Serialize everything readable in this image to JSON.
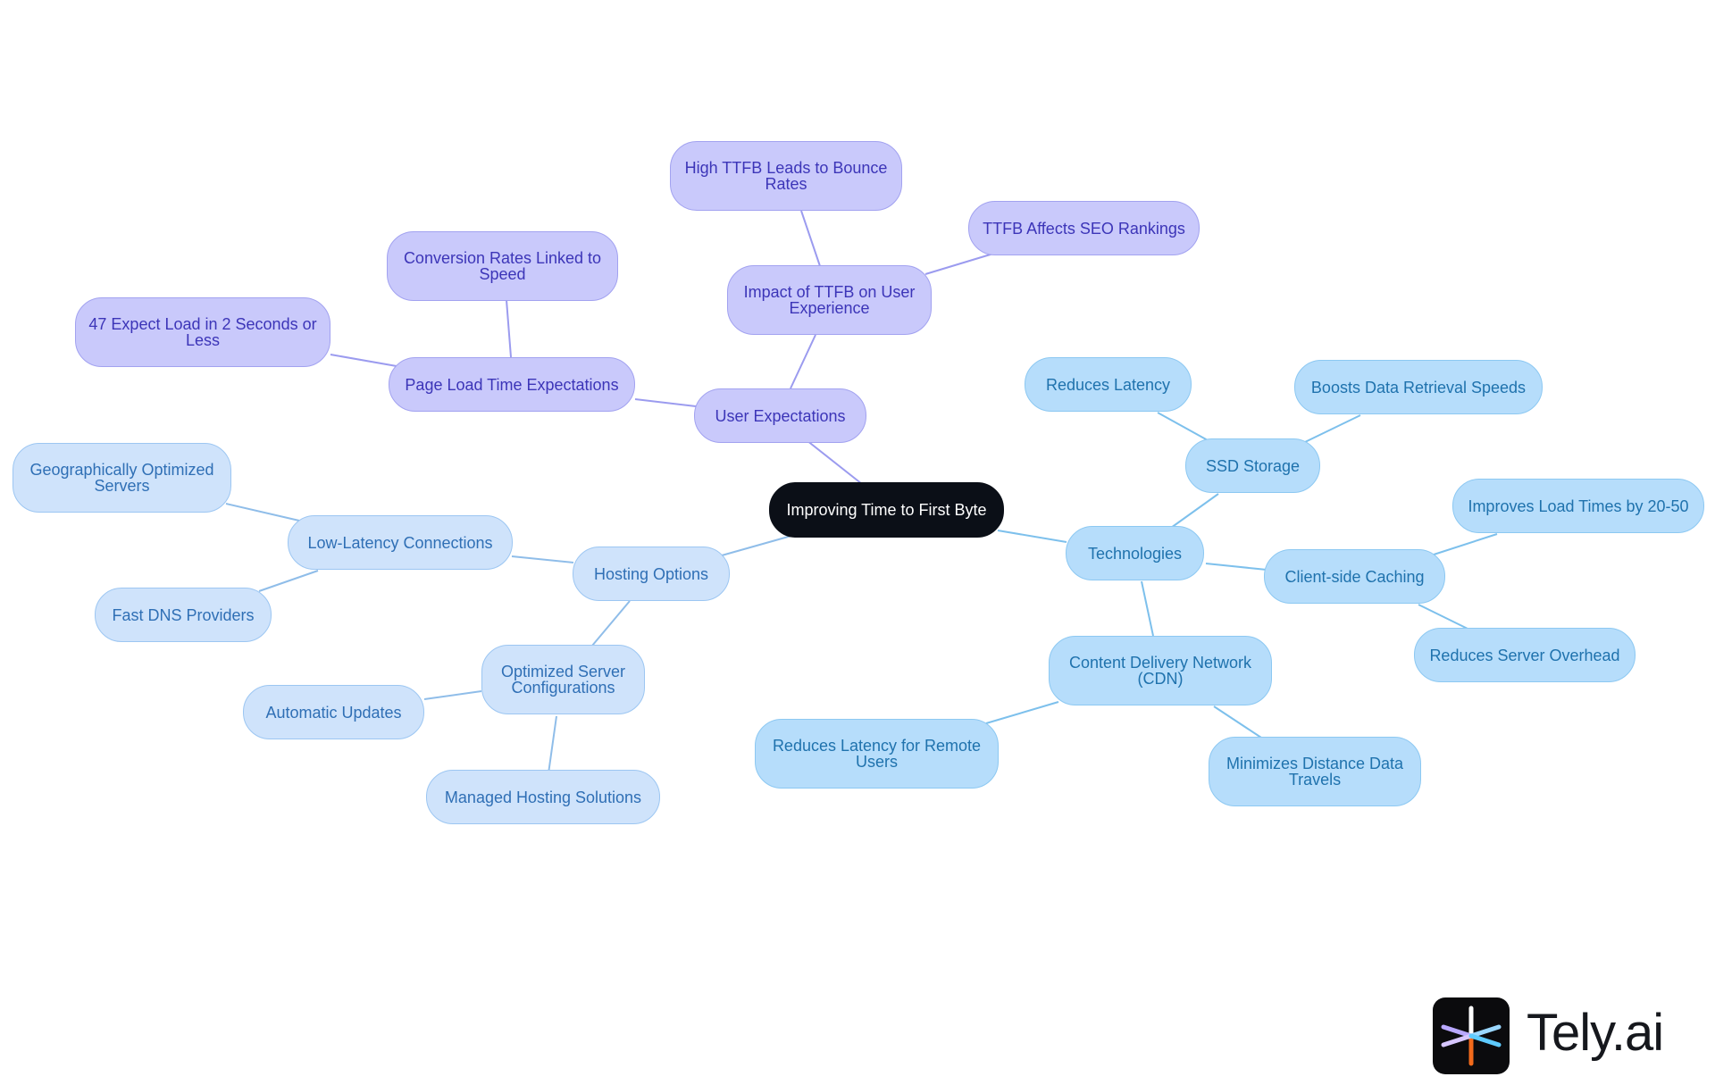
{
  "root": {
    "label": "Improving Time to First Byte"
  },
  "branches": {
    "user_expectations": {
      "label": "User Expectations",
      "impact": {
        "label": "Impact of TTFB on User Experience",
        "bounce": "High TTFB Leads to Bounce Rates",
        "seo": "TTFB Affects SEO Rankings"
      },
      "page_load": {
        "label": "Page Load Time Expectations",
        "conversion": "Conversion Rates Linked to Speed",
        "expect": "47 Expect Load in 2 Seconds or Less"
      }
    },
    "hosting": {
      "label": "Hosting Options",
      "low_latency": {
        "label": "Low-Latency Connections",
        "geo": "Geographically Optimized Servers",
        "dns": "Fast DNS Providers"
      },
      "optimized": {
        "label": "Optimized Server Configurations",
        "updates": "Automatic Updates",
        "managed": "Managed Hosting Solutions"
      }
    },
    "technologies": {
      "label": "Technologies",
      "ssd": {
        "label": "SSD Storage",
        "latency": "Reduces Latency",
        "retrieval": "Boosts Data Retrieval Speeds"
      },
      "caching": {
        "label": "Client-side Caching",
        "load": "Improves Load Times by 20-50",
        "overhead": "Reduces Server Overhead"
      },
      "cdn": {
        "label": "Content Delivery Network (CDN)",
        "remote": "Reduces Latency for Remote Users",
        "distance": "Minimizes Distance Data Travels"
      }
    }
  },
  "logo": {
    "text": "Tely.ai"
  },
  "colors": {
    "root": "#0b0f17",
    "user_expectations_branch": "#c9c9fb",
    "hosting_branch": "#cfe3fb",
    "technologies_branch": "#b6ddfb"
  }
}
